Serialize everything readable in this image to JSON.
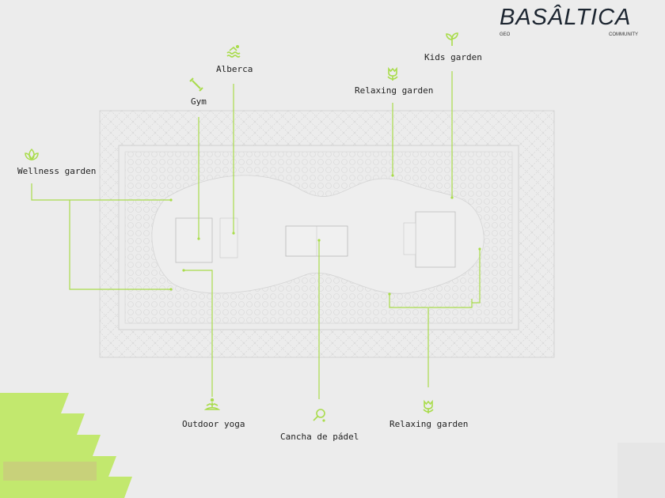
{
  "brand": {
    "name": "BASÂLTICA",
    "left_tag": "GEO",
    "right_tag": "COMMUNITY"
  },
  "labels": {
    "alberca": "Alberca",
    "gym": "Gym",
    "wellness": "Wellness garden",
    "kids": "Kids garden",
    "relaxing_top": "Relaxing garden",
    "outdoor_yoga": "Outdoor yoga",
    "padel": "Cancha de pádel",
    "relaxing_bottom": "Relaxing garden"
  },
  "colors": {
    "accent": "#b8e362",
    "bg": "#ececec",
    "line": "#a9dc4b"
  }
}
